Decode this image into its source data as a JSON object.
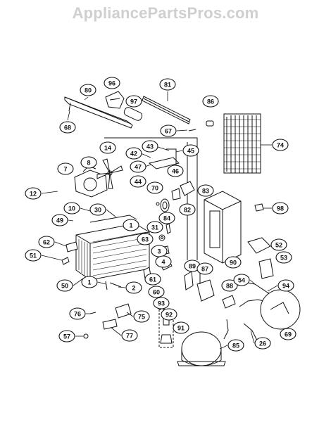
{
  "watermark": "AppliancePartsPros.com",
  "callouts": [
    {
      "id": "c80",
      "label": "80"
    },
    {
      "id": "c96",
      "label": "96"
    },
    {
      "id": "c81",
      "label": "81"
    },
    {
      "id": "c97",
      "label": "97"
    },
    {
      "id": "c86",
      "label": "86"
    },
    {
      "id": "c68",
      "label": "68"
    },
    {
      "id": "c67",
      "label": "67"
    },
    {
      "id": "c74",
      "label": "74"
    },
    {
      "id": "c14",
      "label": "14"
    },
    {
      "id": "c43",
      "label": "43"
    },
    {
      "id": "c42",
      "label": "42"
    },
    {
      "id": "c45",
      "label": "45"
    },
    {
      "id": "c8",
      "label": "8"
    },
    {
      "id": "c7",
      "label": "7"
    },
    {
      "id": "c47",
      "label": "47"
    },
    {
      "id": "c46",
      "label": "46"
    },
    {
      "id": "c44",
      "label": "44"
    },
    {
      "id": "c12",
      "label": "12"
    },
    {
      "id": "c70",
      "label": "70"
    },
    {
      "id": "c83",
      "label": "83"
    },
    {
      "id": "c10",
      "label": "10"
    },
    {
      "id": "c30",
      "label": "30"
    },
    {
      "id": "c82",
      "label": "82"
    },
    {
      "id": "c98",
      "label": "98"
    },
    {
      "id": "c49",
      "label": "49"
    },
    {
      "id": "c84",
      "label": "84"
    },
    {
      "id": "c31",
      "label": "31"
    },
    {
      "id": "c1a",
      "label": "1"
    },
    {
      "id": "c63",
      "label": "63"
    },
    {
      "id": "c62",
      "label": "62"
    },
    {
      "id": "c52",
      "label": "52"
    },
    {
      "id": "c3",
      "label": "3"
    },
    {
      "id": "c51",
      "label": "51"
    },
    {
      "id": "c53",
      "label": "53"
    },
    {
      "id": "c90",
      "label": "90"
    },
    {
      "id": "c89",
      "label": "89"
    },
    {
      "id": "c87",
      "label": "87"
    },
    {
      "id": "c4",
      "label": "4"
    },
    {
      "id": "c61",
      "label": "61"
    },
    {
      "id": "c50",
      "label": "50"
    },
    {
      "id": "c1b",
      "label": "1"
    },
    {
      "id": "c2",
      "label": "2"
    },
    {
      "id": "c60",
      "label": "60"
    },
    {
      "id": "c88",
      "label": "88"
    },
    {
      "id": "c54",
      "label": "54"
    },
    {
      "id": "c94",
      "label": "94"
    },
    {
      "id": "c93",
      "label": "93"
    },
    {
      "id": "c76",
      "label": "76"
    },
    {
      "id": "c75",
      "label": "75"
    },
    {
      "id": "c92",
      "label": "92"
    },
    {
      "id": "c91",
      "label": "91"
    },
    {
      "id": "c77",
      "label": "77"
    },
    {
      "id": "c57",
      "label": "57"
    },
    {
      "id": "c26",
      "label": "26"
    },
    {
      "id": "c69",
      "label": "69"
    },
    {
      "id": "c85",
      "label": "85"
    }
  ]
}
